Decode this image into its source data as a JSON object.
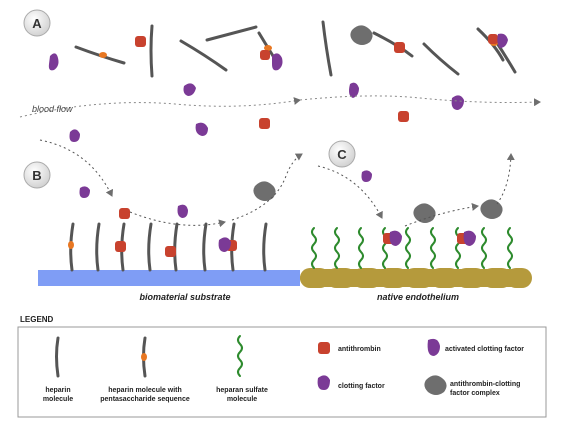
{
  "panels": {
    "a": "A",
    "b": "B",
    "c": "C"
  },
  "labels": {
    "blood_flow": "blood flow",
    "biomaterial_substrate": "biomaterial substrate",
    "native_endothelium": "native endothelium"
  },
  "legend": {
    "title": "LEGEND",
    "heparin": [
      "heparin",
      "molecule"
    ],
    "heparin_penta": [
      "heparin molecule with",
      "pentasaccharide sequence"
    ],
    "heparan_sulfate": [
      "heparan sulfate",
      "molecule"
    ],
    "antithrombin": "antithrombin",
    "activated_clotting_factor": "activated clotting factor",
    "clotting_factor": "clotting factor",
    "complex": [
      "antithrombin-clotting",
      "factor complex"
    ]
  },
  "colors": {
    "heparin": "#555555",
    "pentasaccharide": "#e87722",
    "antithrombin": "#c8422e",
    "clotting_factor": "#7b3a96",
    "complex": "#6e6e6e",
    "heparan_sulfate": "#2e8b2e",
    "substrate": "#7f9df5",
    "endothelium": "#b59a3c",
    "flow_arrow": "#8a8a8a"
  }
}
